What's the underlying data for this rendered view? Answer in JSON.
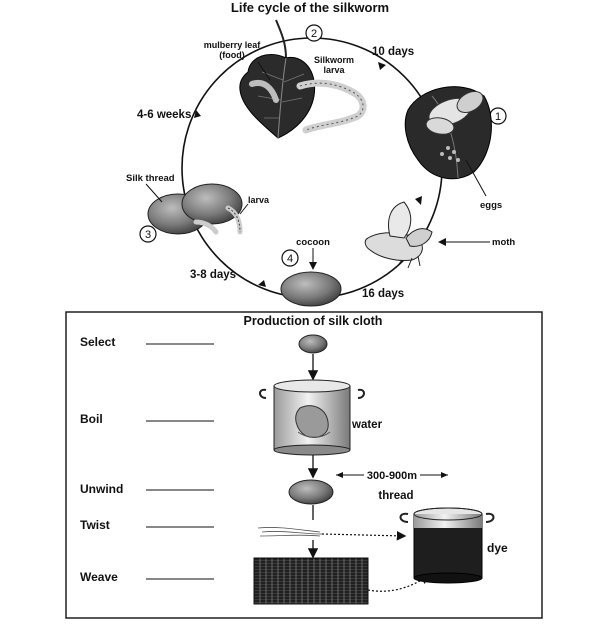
{
  "lifecycle": {
    "title": "Life cycle of the silkworm",
    "stages": [
      {
        "number": "1"
      },
      {
        "number": "2"
      },
      {
        "number": "3"
      },
      {
        "number": "4"
      }
    ],
    "durations": [
      "10 days",
      "4-6 weeks",
      "3-8 days",
      "16 days"
    ],
    "labels": {
      "mulberry_leaf_line1": "mulberry leaf",
      "mulberry_leaf_line2": "(food)",
      "silkworm_line1": "Silkworm",
      "silkworm_line2": "larva",
      "eggs": "eggs",
      "moth": "moth",
      "cocoon": "cocoon",
      "silk_thread": "Silk thread",
      "larva": "larva"
    }
  },
  "production": {
    "title": "Production of silk cloth",
    "steps": [
      "Select",
      "Boil",
      "Unwind",
      "Twist",
      "Weave"
    ],
    "labels": {
      "water": "water",
      "length": "300-900m",
      "thread": "thread",
      "dye": "dye"
    }
  }
}
